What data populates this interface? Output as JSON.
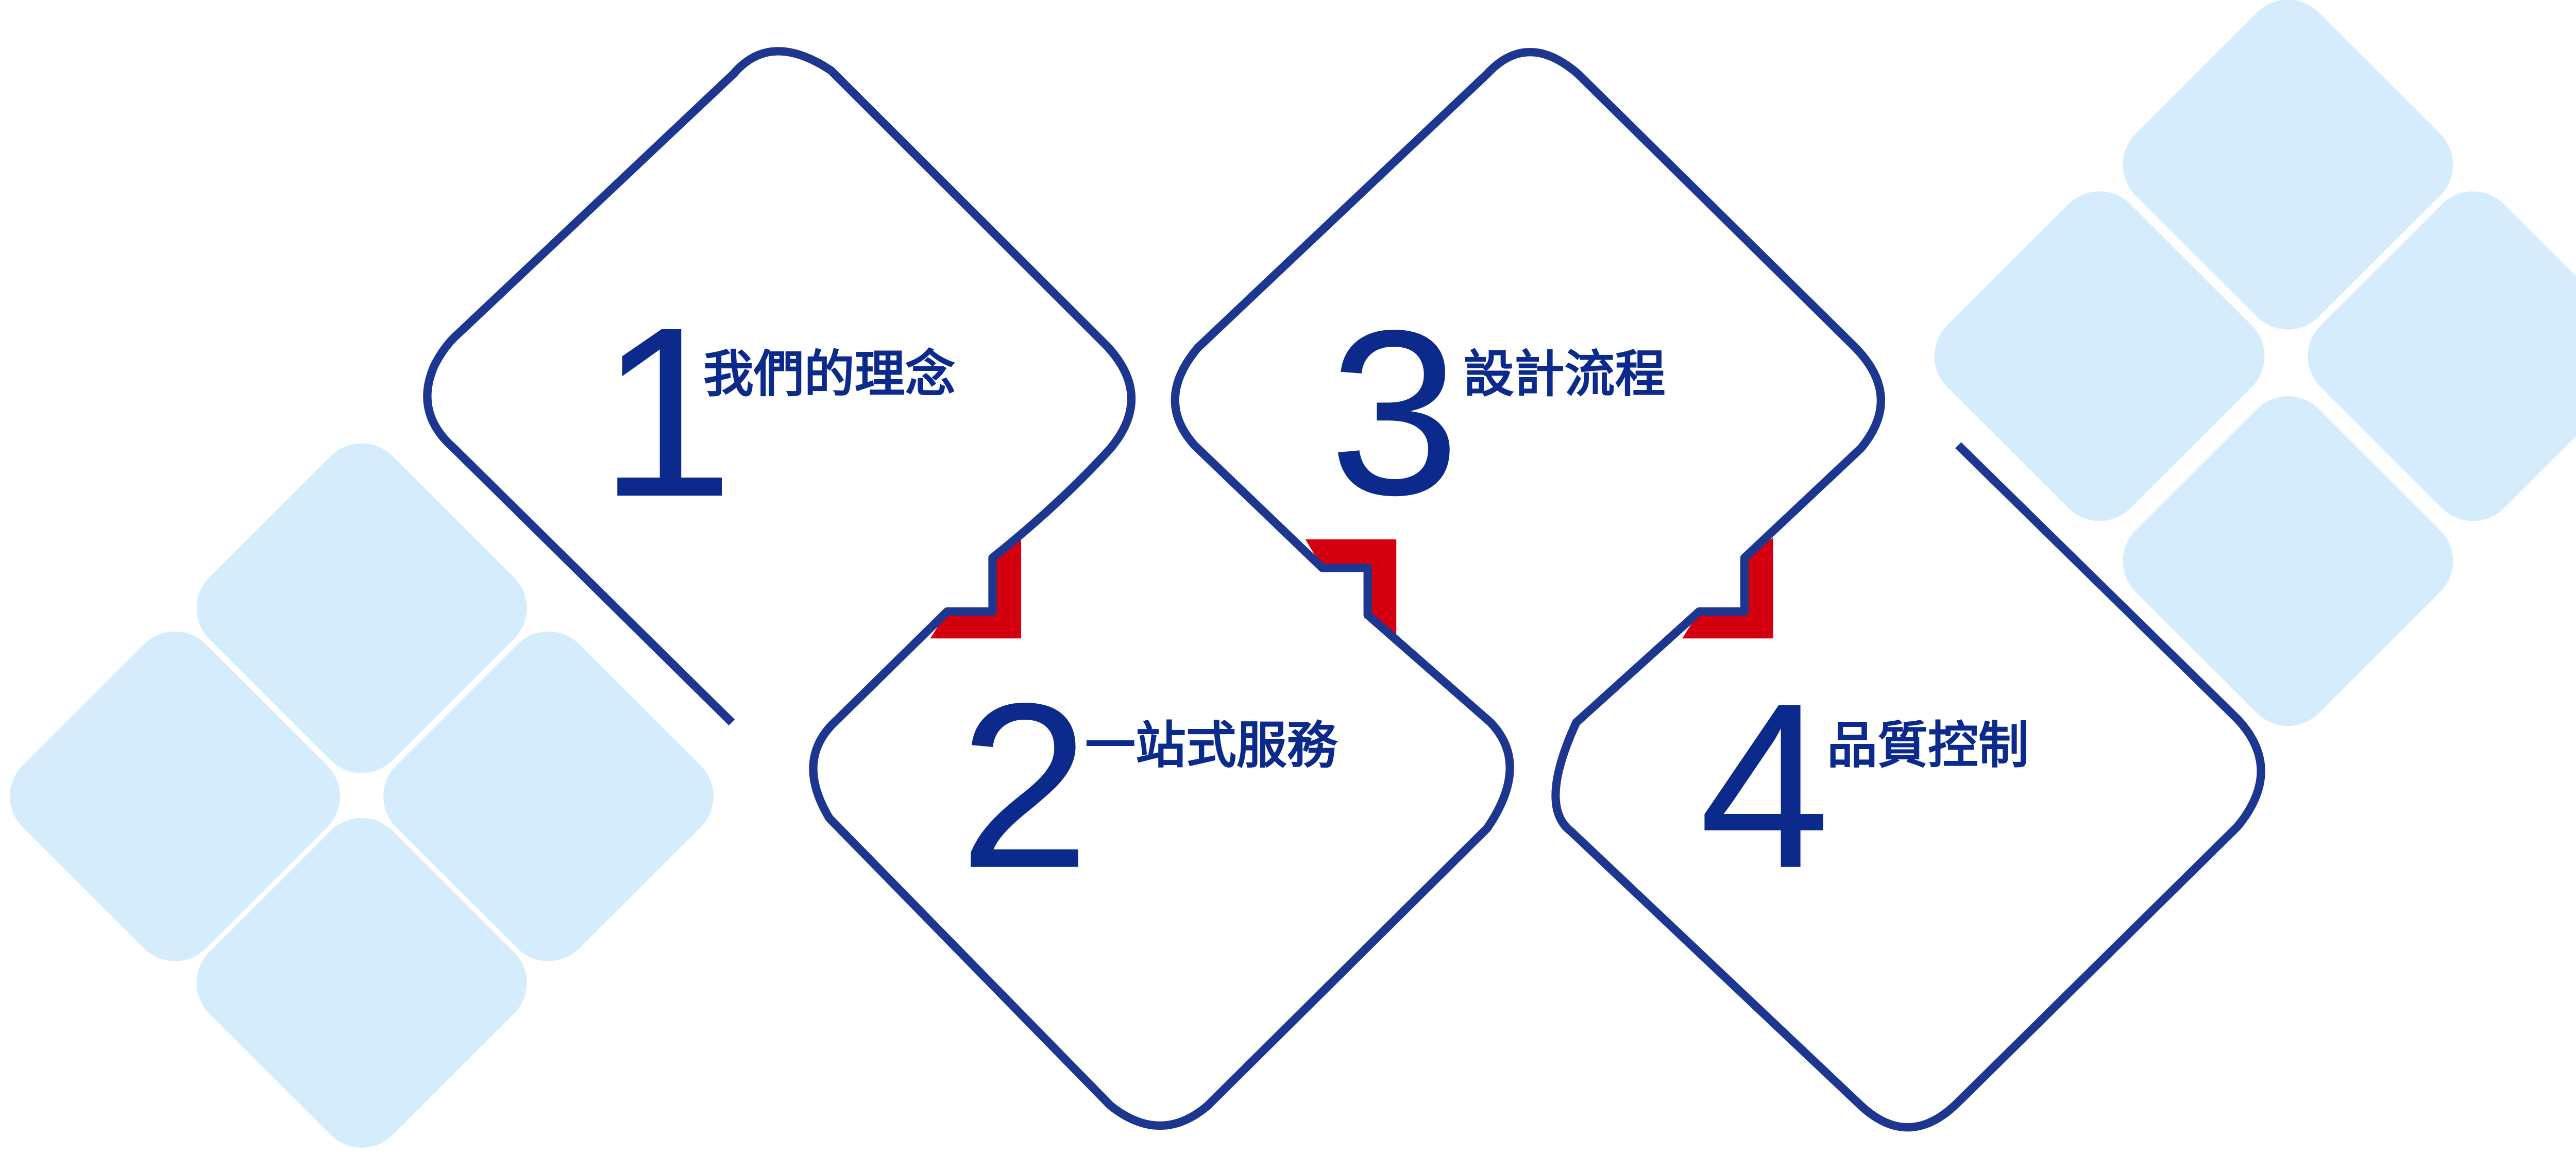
{
  "colors": {
    "primary": "#1d3690",
    "text": "#0b2a8c",
    "accent": "#d5000f",
    "decor": "#d4ecfc"
  },
  "steps": [
    {
      "number": "1",
      "label": "我們的理念"
    },
    {
      "number": "2",
      "label": "一站式服務"
    },
    {
      "number": "3",
      "label": "設計流程"
    },
    {
      "number": "4",
      "label": "品質控制"
    }
  ]
}
